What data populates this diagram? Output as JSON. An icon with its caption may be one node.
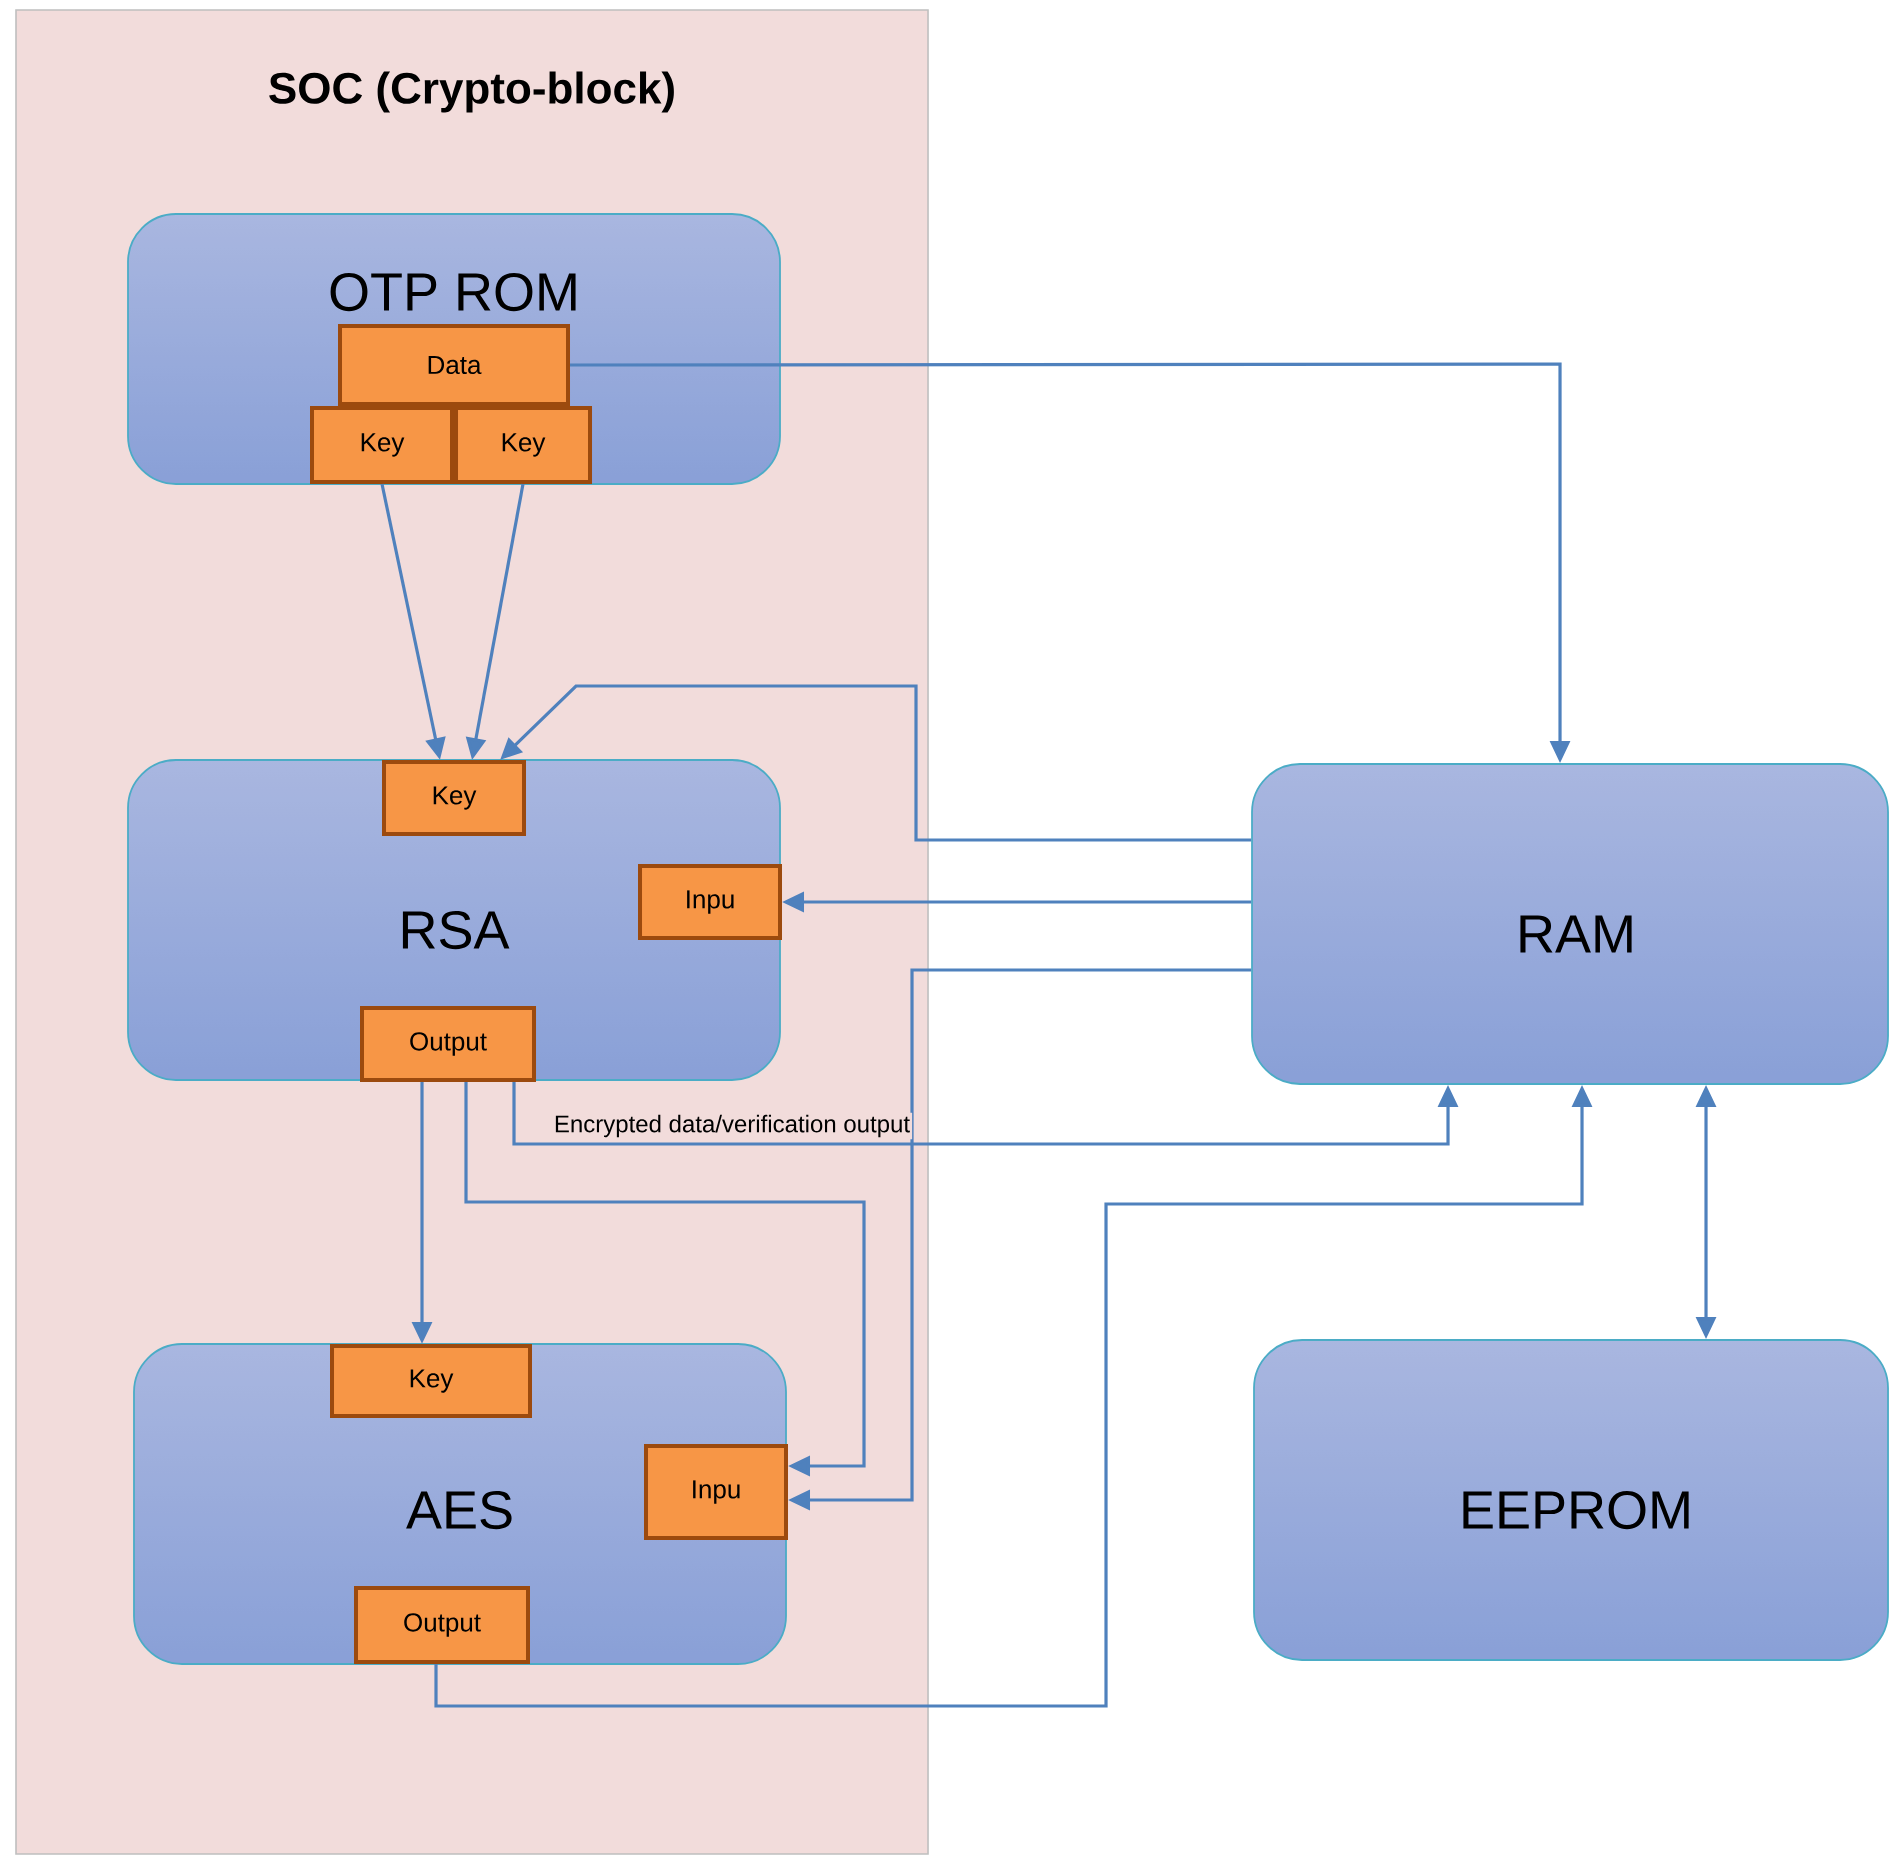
{
  "diagram": {
    "nodes": [
      {
        "text": [
          "SOC (Crypto-block)"
        ]
      },
      {
        "text": [
          "OTP ROM"
        ],
        "in": 0
      },
      {
        "text": [
          "Data"
        ],
        "in": 1
      },
      {
        "text": [
          "Key"
        ],
        "in": 1
      },
      {
        "text": [
          "Key"
        ],
        "in": 1
      },
      {
        "text": [
          "RSA"
        ],
        "in": 0
      },
      {
        "text": [
          "Key"
        ],
        "in": 5
      },
      {
        "text": [
          "Inpu"
        ],
        "in": 5
      },
      {
        "text": [
          "Output"
        ],
        "in": 5
      },
      {
        "text": [
          "AES"
        ],
        "in": 0
      },
      {
        "text": [
          "Key"
        ],
        "in": 9
      },
      {
        "text": [
          "Inpu"
        ],
        "in": 9
      },
      {
        "text": [
          "Output"
        ],
        "in": 9
      },
      {
        "text": [
          "RAM"
        ]
      },
      {
        "text": [
          "EEPROM"
        ]
      }
    ],
    "edges": [
      {
        "from": 2,
        "to": 13,
        "arrow": "to"
      },
      {
        "from": 3,
        "to": 6,
        "arrow": "to"
      },
      {
        "from": 4,
        "to": 6,
        "arrow": "to"
      },
      {
        "from": 13,
        "to": 6,
        "arrow": "to"
      },
      {
        "from": 13,
        "to": 7,
        "arrow": "to"
      },
      {
        "from": 8,
        "to": 10,
        "arrow": "to"
      },
      {
        "from": 8,
        "to": 11,
        "arrow": "to"
      },
      {
        "from": 13,
        "to": 11,
        "arrow": "to"
      },
      {
        "from": 8,
        "to": 13,
        "arrow": "to",
        "label": "Encrypted data/verification output"
      },
      {
        "from": 12,
        "to": 13,
        "arrow": "to"
      },
      {
        "from": 13,
        "to": 14,
        "arrow": "both"
      }
    ]
  }
}
